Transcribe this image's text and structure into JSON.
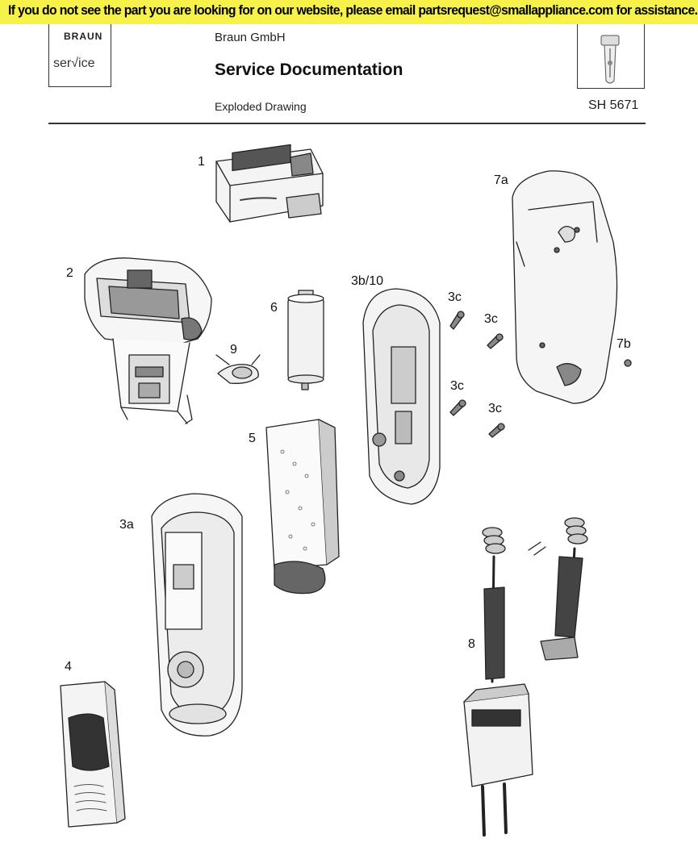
{
  "banner": {
    "text": "If you do not see the part you are looking for on our website, please email partsrequest@smallappliance.com for assistance."
  },
  "header": {
    "logo_brand": "BRAUN",
    "logo_service": "ser√ice",
    "company": "Braun GmbH",
    "title": "Service Documentation",
    "subtitle": "Exploded Drawing",
    "model": "SH 5671"
  },
  "parts": [
    {
      "id": "part-1",
      "label": "1"
    },
    {
      "id": "part-2",
      "label": "2"
    },
    {
      "id": "part-6",
      "label": "6"
    },
    {
      "id": "part-9",
      "label": "9"
    },
    {
      "id": "part-3b10",
      "label": "3b/10"
    },
    {
      "id": "part-3c-a",
      "label": "3c"
    },
    {
      "id": "part-3c-b",
      "label": "3c"
    },
    {
      "id": "part-3c-c",
      "label": "3c"
    },
    {
      "id": "part-3c-d",
      "label": "3c"
    },
    {
      "id": "part-7a",
      "label": "7a"
    },
    {
      "id": "part-7b",
      "label": "7b"
    },
    {
      "id": "part-5",
      "label": "5"
    },
    {
      "id": "part-3a",
      "label": "3a"
    },
    {
      "id": "part-4",
      "label": "4"
    },
    {
      "id": "part-8",
      "label": "8"
    }
  ]
}
